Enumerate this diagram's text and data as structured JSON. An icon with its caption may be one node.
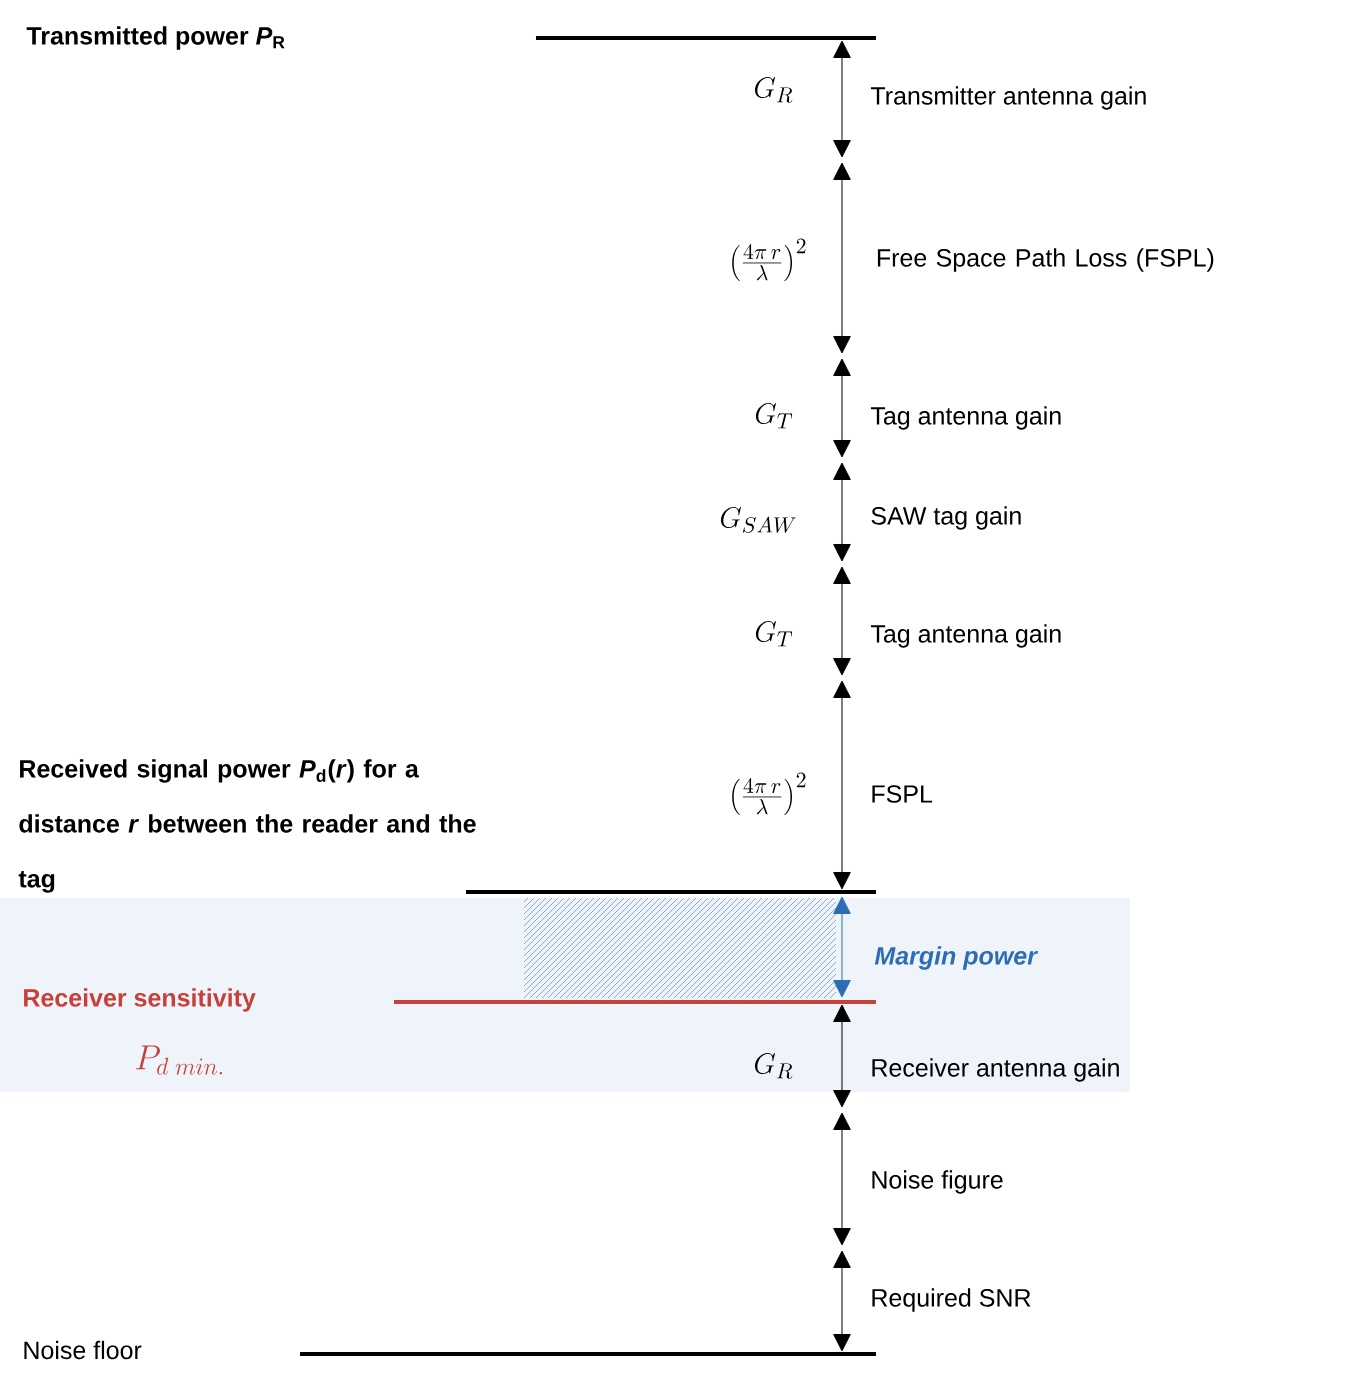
{
  "diagram": {
    "labels": [
      "Transmitted power *P*$_{R}$",
      "G_R",
      "Transmitter antenna gain",
      "\\left(\\frac{4\\pi\\, r}{\\lambda}\\right)^2",
      "Free Space Path Loss (FSPL)",
      "G_T",
      "Tag antenna gain",
      "G_{SAW}",
      "SAW tag gain",
      "G_T",
      "Tag antenna gain",
      "Received signal power *P*$_{d}$(*r*) for a distance *r* between the reader and the tag",
      "\\left(\\frac{4\\pi\\, r}{\\lambda}\\right)^2",
      "FSPL",
      "Margin power",
      "Receiver sensitivity",
      "P_{d\\;min.}",
      "G_R",
      "Receiver antenna gain",
      "Noise figure",
      "Required SNR",
      "Noise floor"
    ]
  }
}
